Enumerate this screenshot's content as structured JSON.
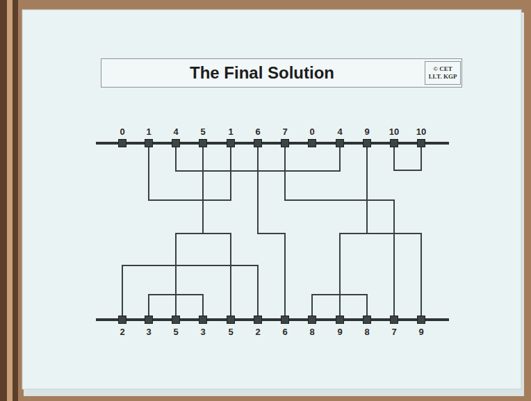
{
  "diagram": {
    "title": "The Final Solution",
    "nodes": [
      {
        "text": [
          "0"
        ]
      },
      {
        "text": [
          "1"
        ]
      },
      {
        "text": [
          "4"
        ]
      },
      {
        "text": [
          "5"
        ]
      },
      {
        "text": [
          "1"
        ]
      },
      {
        "text": [
          "6"
        ]
      },
      {
        "text": [
          "7"
        ]
      },
      {
        "text": [
          "0"
        ]
      },
      {
        "text": [
          "4"
        ]
      },
      {
        "text": [
          "9"
        ]
      },
      {
        "text": [
          "10"
        ]
      },
      {
        "text": [
          "10"
        ]
      },
      {
        "text": [
          "2"
        ]
      },
      {
        "text": [
          "3"
        ]
      },
      {
        "text": [
          "5"
        ]
      },
      {
        "text": [
          "3"
        ]
      },
      {
        "text": [
          "5"
        ]
      },
      {
        "text": [
          "2"
        ]
      },
      {
        "text": [
          "6"
        ]
      },
      {
        "text": [
          "8"
        ]
      },
      {
        "text": [
          "9"
        ]
      },
      {
        "text": [
          "8"
        ]
      },
      {
        "text": [
          "7"
        ]
      },
      {
        "text": [
          "9"
        ]
      }
    ],
    "edges": [
      {
        "from": 1,
        "to": 4,
        "arrow": "none"
      },
      {
        "from": 2,
        "to": 8,
        "arrow": "none"
      },
      {
        "from": 10,
        "to": 11,
        "arrow": "none"
      },
      {
        "from": 3,
        "to": 14,
        "arrow": "none"
      },
      {
        "from": 3,
        "to": 16,
        "arrow": "none"
      },
      {
        "from": 5,
        "to": 18,
        "arrow": "none"
      },
      {
        "from": 6,
        "to": 22,
        "arrow": "none"
      },
      {
        "from": 9,
        "to": 20,
        "arrow": "none"
      },
      {
        "from": 9,
        "to": 23,
        "arrow": "none"
      },
      {
        "from": 12,
        "to": 17,
        "arrow": "none"
      },
      {
        "from": 13,
        "to": 15,
        "arrow": "none"
      },
      {
        "from": 19,
        "to": 21,
        "arrow": "none"
      }
    ],
    "labels": [
      "© CET",
      "I.I.T. KGP"
    ]
  }
}
